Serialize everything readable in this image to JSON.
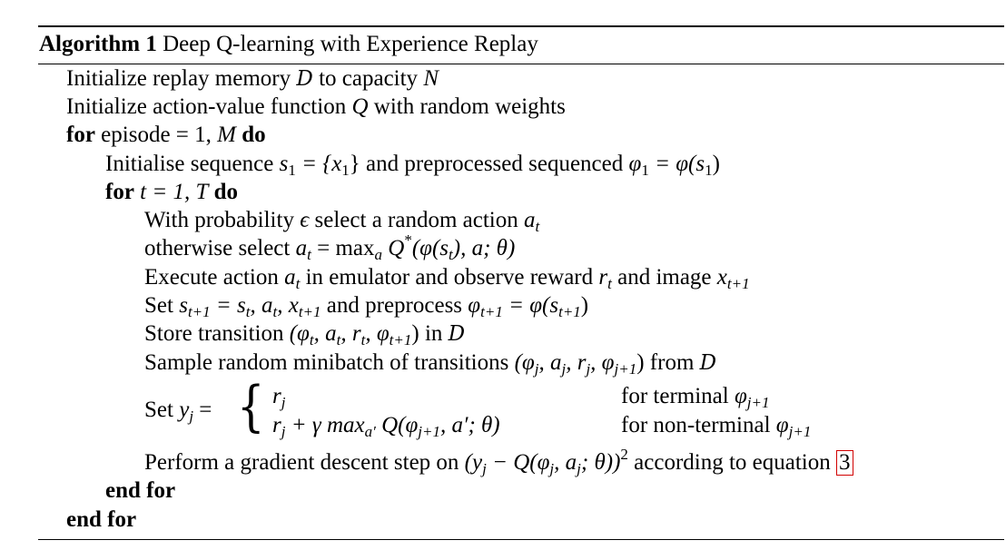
{
  "algorithm": {
    "label": "Algorithm 1",
    "title": "Deep Q-learning with Experience Replay",
    "lines": {
      "l1_a": "Initialize replay memory ",
      "l1_D": "D",
      "l1_b": " to capacity ",
      "l1_N": "N",
      "l2_a": "Initialize action-value function ",
      "l2_Q": "Q",
      "l2_b": " with random weights",
      "for1_kw": "for",
      "for1_expr": " episode = 1, ",
      "for1_M": "M",
      "for1_do": " do",
      "l4_a": "Initialise sequence ",
      "l4_expr1": "s",
      "l4_sub1": "1",
      "l4_expr2": " = {x",
      "l4_sub2": "1",
      "l4_expr3": "} and preprocessed sequenced ",
      "l4_phi": "φ",
      "l4_sub3": "1",
      "l4_expr4": " = φ(s",
      "l4_sub4": "1",
      "l4_expr5": ")",
      "for2_kw": "for",
      "for2_expr": " t = 1, T",
      "for2_do": " do",
      "l6_a": "With probability ",
      "l6_eps": "ϵ",
      "l6_b": " select a random action ",
      "l6_at": "a",
      "l6_sub": "t",
      "l7_a": "otherwise select ",
      "l7_at": "a",
      "l7_sub": "t",
      "l7_b": " = max",
      "l7_sub2": "a",
      "l7_c": " Q",
      "l7_sup": "*",
      "l7_d": "(φ(s",
      "l7_sub3": "t",
      "l7_e": "), a; θ)",
      "l8_a": "Execute action ",
      "l8_at": "a",
      "l8_sub": "t",
      "l8_b": " in emulator and observe reward ",
      "l8_rt": "r",
      "l8_sub2": "t",
      "l8_c": " and image ",
      "l8_x": "x",
      "l8_sub3": "t+1",
      "l9_a": "Set ",
      "l9_s": "s",
      "l9_sub1": "t+1",
      "l9_b": " = s",
      "l9_sub2": "t",
      "l9_c": ", a",
      "l9_sub3": "t",
      "l9_d": ", x",
      "l9_sub4": "t+1",
      "l9_e": " and preprocess ",
      "l9_phi": "φ",
      "l9_sub5": "t+1",
      "l9_f": " = φ(s",
      "l9_sub6": "t+1",
      "l9_g": ")",
      "l10_a": "Store transition ",
      "l10_b": "(φ",
      "l10_sub1": "t",
      "l10_c": ", a",
      "l10_sub2": "t",
      "l10_d": ", r",
      "l10_sub3": "t",
      "l10_e": ", φ",
      "l10_sub4": "t+1",
      "l10_f": ")",
      "l10_g": " in ",
      "l10_D": "D",
      "l11_a": "Sample random minibatch of transitions ",
      "l11_b": "(φ",
      "l11_sub1": "j",
      "l11_c": ", a",
      "l11_sub2": "j",
      "l11_d": ", r",
      "l11_sub3": "j",
      "l11_e": ", φ",
      "l11_sub4": "j+1",
      "l11_f": ")",
      "l11_g": " from ",
      "l11_D": "D",
      "set_label": "Set ",
      "set_y": "y",
      "set_sub": "j",
      "set_eq": " =",
      "brace": "{",
      "case1_r": "r",
      "case1_sub": "j",
      "case1_cond": "for terminal ",
      "case1_phi": "φ",
      "case1_sub2": "j+1",
      "case2_a": "r",
      "case2_sub1": "j",
      "case2_b": " + γ max",
      "case2_sub2": "a′",
      "case2_c": " Q(φ",
      "case2_sub3": "j+1",
      "case2_d": ", a′; θ)",
      "case2_cond": "for non-terminal ",
      "case2_phi": "φ",
      "case2_sub4": "j+1",
      "l13_a": "Perform a gradient descent step on ",
      "l13_b": "(y",
      "l13_sub1": "j",
      "l13_c": " − Q(φ",
      "l13_sub2": "j",
      "l13_d": ", a",
      "l13_sub3": "j",
      "l13_e": "; θ))",
      "l13_sup": "2",
      "l13_f": " according to equation ",
      "l13_ref": "3",
      "endfor_inner": "end for",
      "endfor_outer": "end for"
    }
  },
  "colors": {
    "reference_box": "#d10000"
  }
}
